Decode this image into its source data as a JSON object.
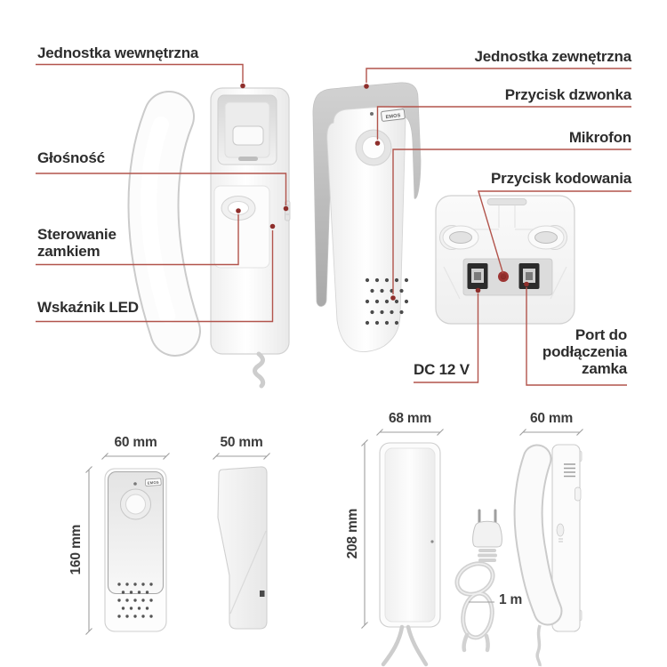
{
  "brand": "EMOS",
  "callouts": {
    "indoor_unit": "Jednostka wewnętrzna",
    "volume": "Głośność",
    "lock_control": "Sterowanie zamkiem",
    "led_indicator": "Wskaźnik LED",
    "outdoor_unit": "Jednostka zewnętrzna",
    "doorbell_button": "Przycisk dzwonka",
    "microphone": "Mikrofon",
    "coding_button": "Przycisk kodowania",
    "dc_power": "DC 12 V",
    "lock_port": "Port do podłączenia zamka"
  },
  "dimensions": {
    "outdoor_front_width": "60 mm",
    "outdoor_side_depth": "50 mm",
    "outdoor_front_height": "160 mm",
    "indoor_back_width": "68 mm",
    "indoor_back_height": "208 mm",
    "handset_side_width": "60 mm",
    "power_cable_length": "1 m"
  },
  "colors": {
    "callout_line": "#b2544c",
    "callout_dot": "#8e2e2b",
    "label_text": "#2d2d2d",
    "dimension_line": "#9e9e9e",
    "dimension_text": "#3b3b3b",
    "background": "#ffffff"
  }
}
